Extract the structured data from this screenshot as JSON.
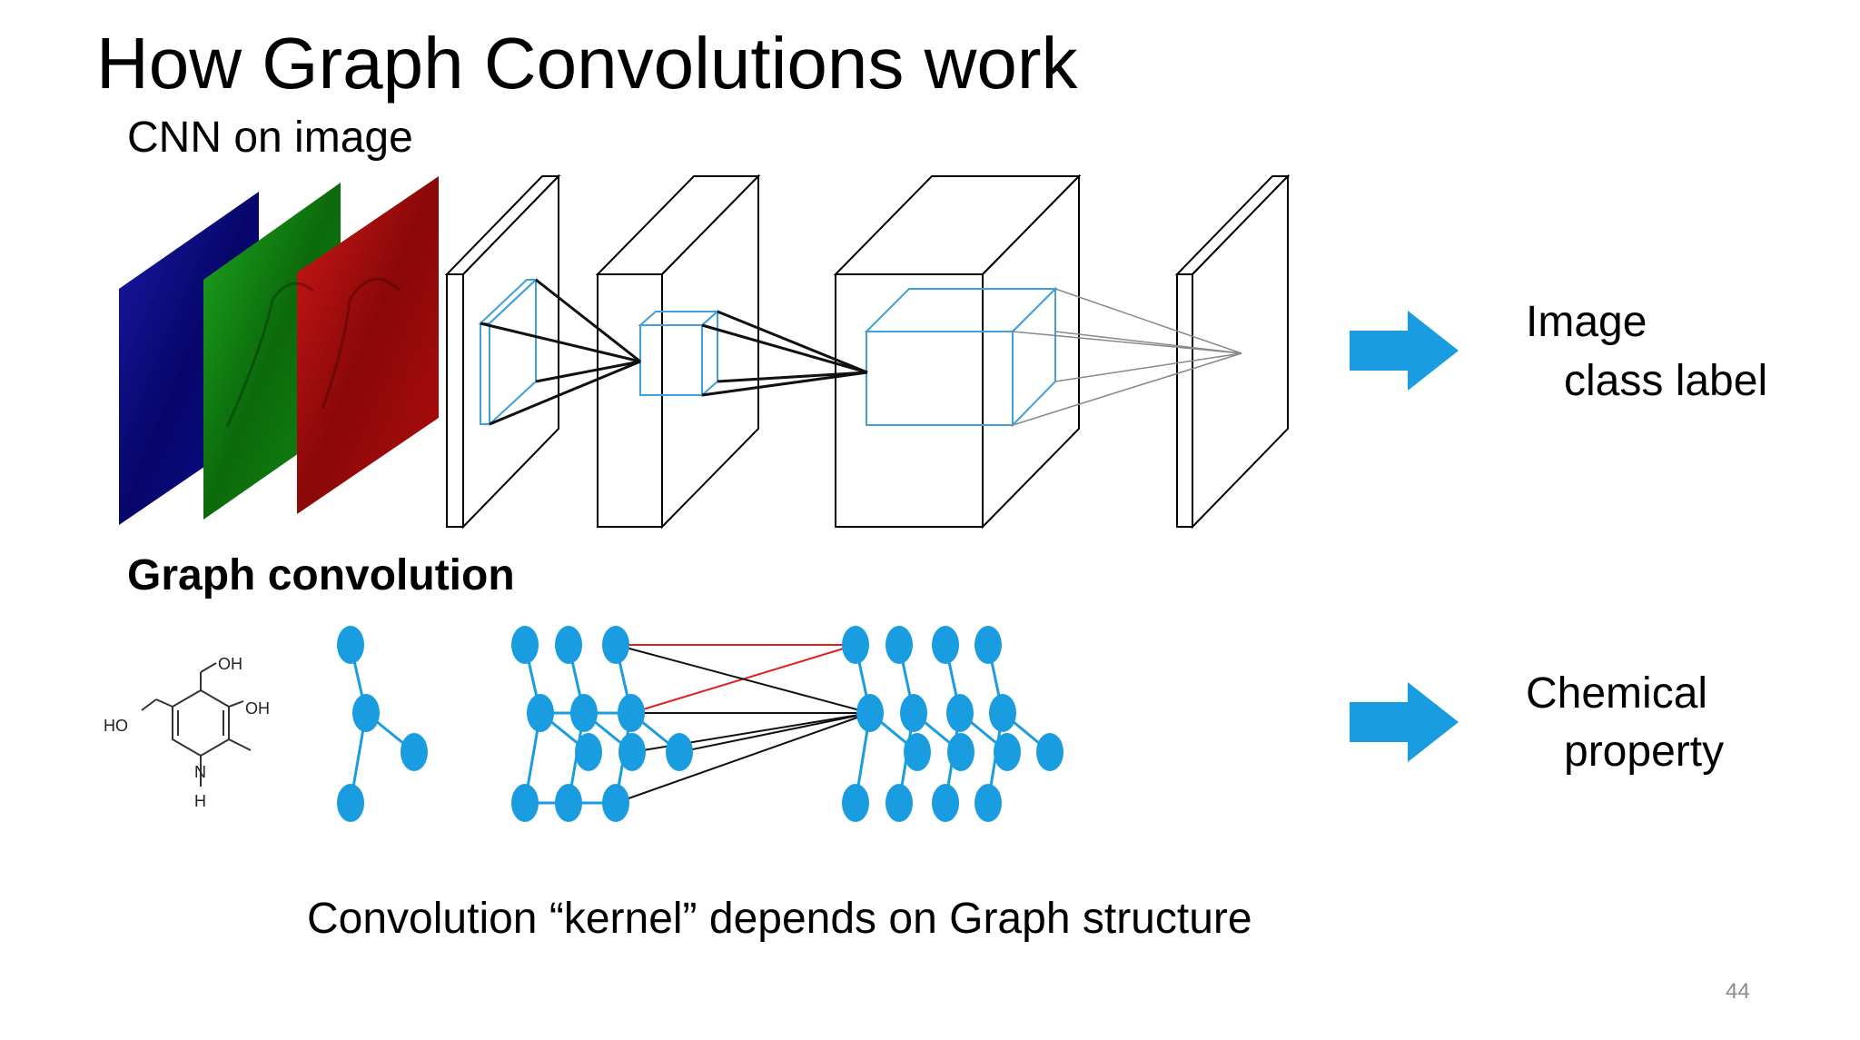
{
  "slide": {
    "title": "How Graph Convolutions work",
    "page_number": "44"
  },
  "cnn_section": {
    "heading": "CNN on image",
    "output_line1": "Image",
    "output_line2": "class label",
    "channel_colors": [
      "#0a0a8c",
      "#118a11",
      "#b50d0d"
    ]
  },
  "graph_section": {
    "heading": "Graph convolution",
    "output_line1": "Chemical",
    "output_line2": "property",
    "molecule_labels": {
      "oh_top": "OH",
      "oh_right": "OH",
      "ho_left": "HO",
      "nitrogen": "N",
      "hydrogen": "H"
    }
  },
  "caption": "Convolution “kernel” depends on Graph structure",
  "colors": {
    "arrow": "#1a9ce0",
    "node": "#1a9ce0",
    "kernel_box": "#3fa0dc",
    "highlight_edge": "#e02020"
  }
}
